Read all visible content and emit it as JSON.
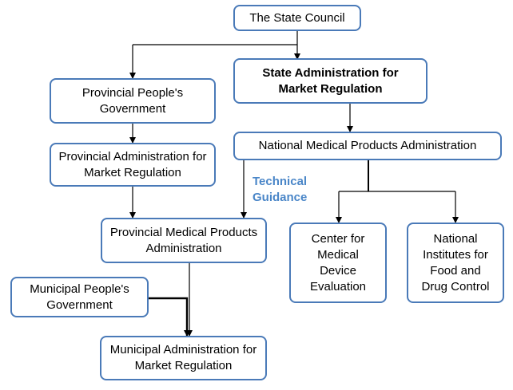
{
  "nodes": {
    "state_council": "The State Council",
    "samr": "State Administration for Market Regulation",
    "provincial_gov": "Provincial People's Government",
    "nmpa": "National Medical Products Administration",
    "provincial_amr": "Provincial Administration for Market Regulation",
    "provincial_mpa": "Provincial Medical Products Administration",
    "cmde": "Center for Medical Device Evaluation",
    "nifdc": "National Institutes for Food and Drug Control",
    "municipal_gov": "Municipal People's Government",
    "municipal_amr": "Municipal Administration for Market Regulation"
  },
  "edge_labels": {
    "technical_guidance": "Technical Guidance"
  },
  "colors": {
    "node_border": "#4a7ab8",
    "label_text": "#4a86c8",
    "line": "#000000"
  }
}
